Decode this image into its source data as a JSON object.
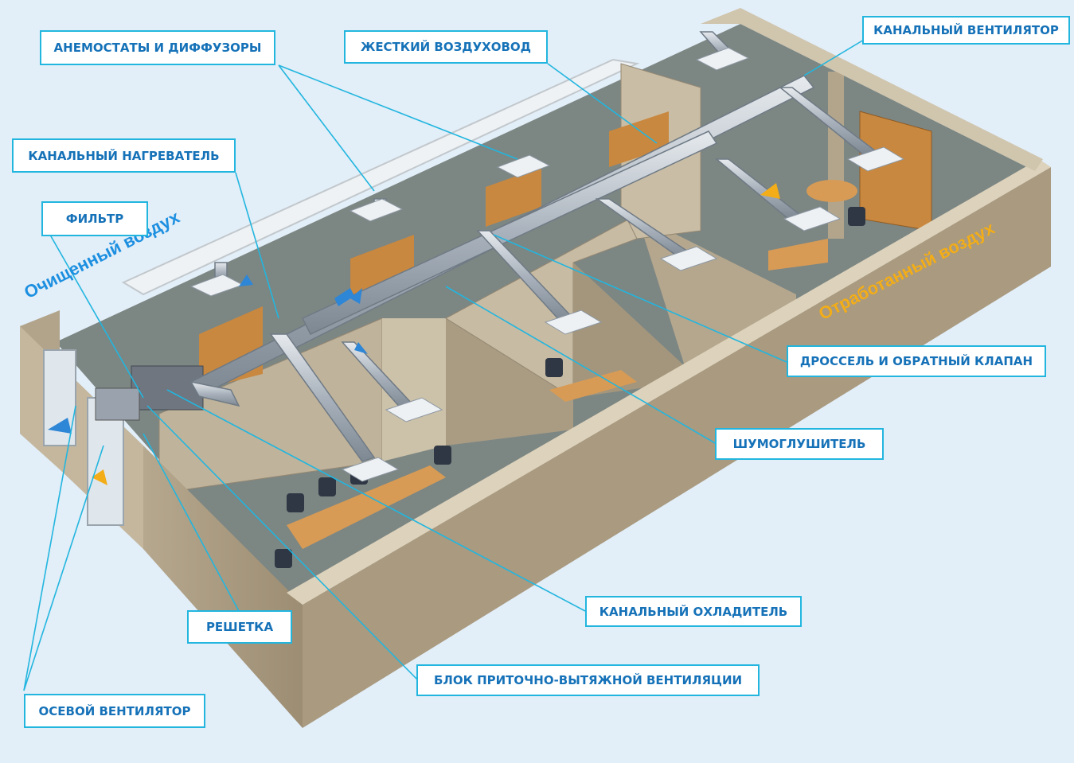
{
  "labels": {
    "anemostats": "АНЕМОСТАТЫ И ДИФФУЗОРЫ",
    "rigid_duct": "ЖЕСТКИЙ ВОЗДУХОВОД",
    "duct_fan": "КАНАЛЬНЫЙ ВЕНТИЛЯТОР",
    "duct_heater": "КАНАЛЬНЫЙ НАГРЕВАТЕЛЬ",
    "filter": "ФИЛЬТР",
    "damper_valve": "ДРОССЕЛЬ И ОБРАТНЫЙ КЛАПАН",
    "silencer": "ШУМОГЛУШИТЕЛЬ",
    "duct_cooler": "КАНАЛЬНЫЙ ОХЛАДИТЕЛЬ",
    "grille": "РЕШЕТКА",
    "ventilation_unit": "БЛОК ПРИТОЧНО-ВЫТЯЖНОЙ ВЕНТИЛЯЦИИ",
    "axial_fan": "ОСЕВОЙ ВЕНТИЛЯТОР"
  },
  "flows": {
    "clean_air": "Очищенный воздух",
    "exhaust_air": "Отработанный воздух"
  },
  "colors": {
    "label_border": "#22b6df",
    "label_text": "#1672b8",
    "leader": "#22b6df",
    "clean_air": "#1c8fe0",
    "exhaust_air": "#f2ad18",
    "background": "#e2eef8"
  }
}
